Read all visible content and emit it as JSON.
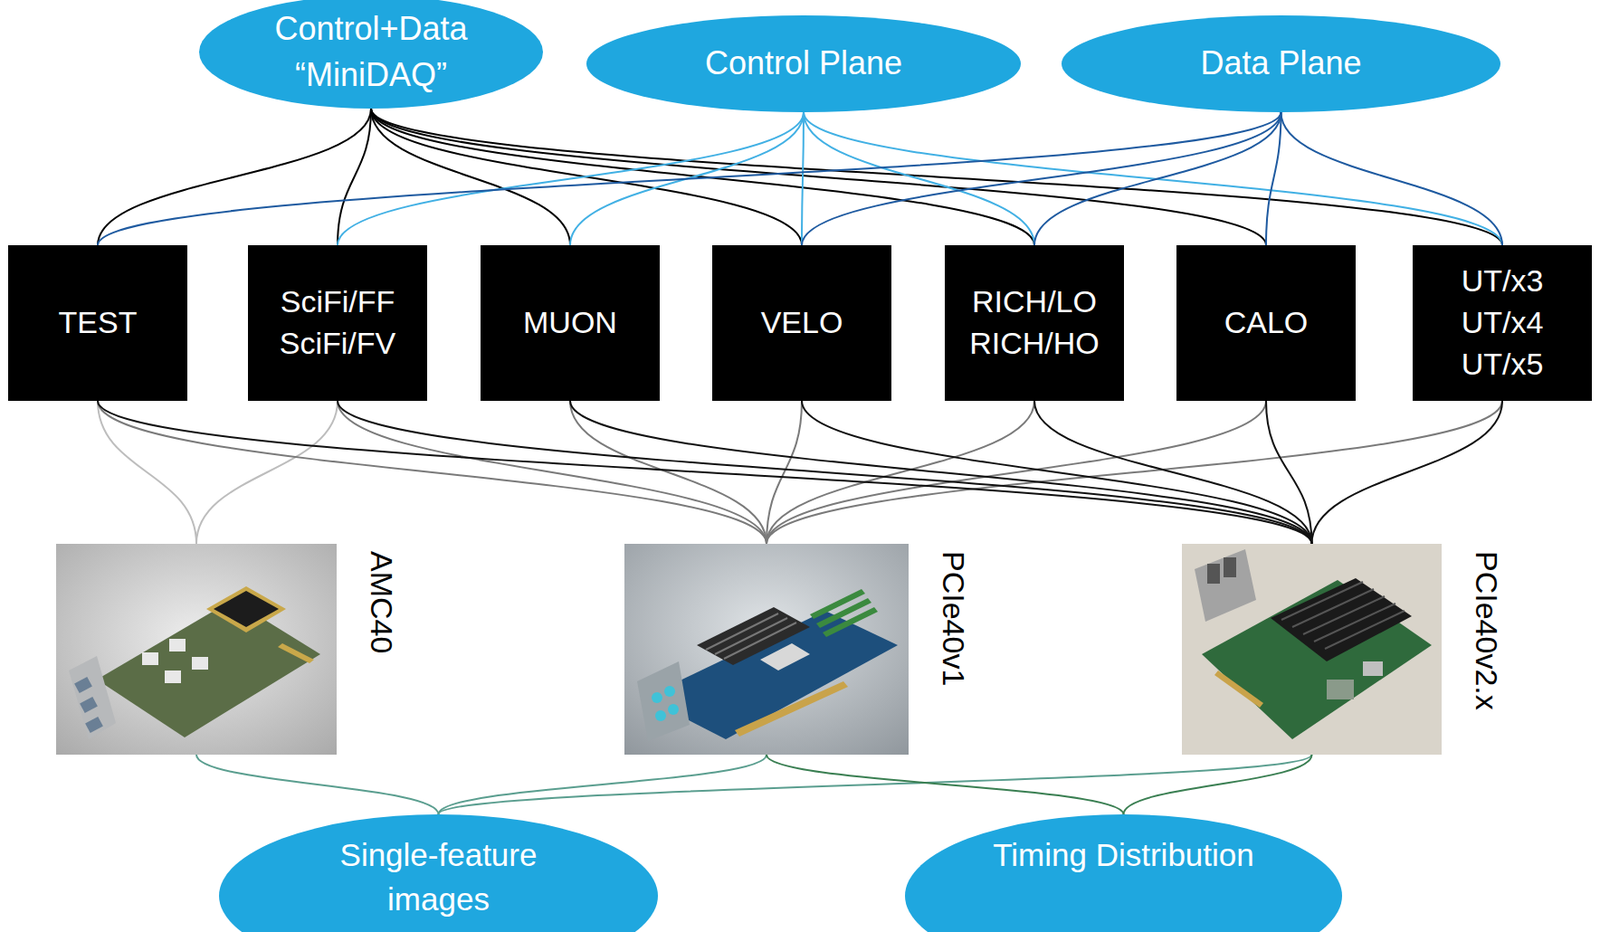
{
  "diagram": {
    "nodes": [
      {
        "text": [
          "Control+Data “MiniDAQ”"
        ]
      },
      {
        "text": [
          "Control Plane"
        ]
      },
      {
        "text": [
          "Data Plane"
        ]
      },
      {
        "text": [
          "TEST"
        ]
      },
      {
        "text": [
          "SciFi/FF",
          "SciFi/FV"
        ]
      },
      {
        "text": [
          "MUON"
        ]
      },
      {
        "text": [
          "VELO"
        ]
      },
      {
        "text": [
          "RICH/LO",
          "RICH/HO"
        ]
      },
      {
        "text": [
          "CALO"
        ]
      },
      {
        "text": [
          "UT/x3",
          "UT/x4",
          "UT/x5"
        ]
      },
      {
        "text": [
          "AMC40"
        ]
      },
      {
        "text": [
          "PCIe40v1"
        ]
      },
      {
        "text": [
          "PCIe40v2.x"
        ]
      },
      {
        "text": [
          "Single-feature images"
        ]
      },
      {
        "text": [
          "Timing Distribution"
        ]
      }
    ],
    "edges": [
      {
        "from": 0,
        "to": 3,
        "arrow": "none"
      },
      {
        "from": 0,
        "to": 4,
        "arrow": "none"
      },
      {
        "from": 0,
        "to": 5,
        "arrow": "none"
      },
      {
        "from": 0,
        "to": 6,
        "arrow": "none"
      },
      {
        "from": 0,
        "to": 7,
        "arrow": "none"
      },
      {
        "from": 0,
        "to": 8,
        "arrow": "none"
      },
      {
        "from": 0,
        "to": 9,
        "arrow": "none"
      },
      {
        "from": 1,
        "to": 4,
        "arrow": "none"
      },
      {
        "from": 1,
        "to": 5,
        "arrow": "none"
      },
      {
        "from": 1,
        "to": 6,
        "arrow": "none"
      },
      {
        "from": 1,
        "to": 7,
        "arrow": "none"
      },
      {
        "from": 1,
        "to": 9,
        "arrow": "none"
      },
      {
        "from": 2,
        "to": 3,
        "arrow": "none"
      },
      {
        "from": 2,
        "to": 6,
        "arrow": "none"
      },
      {
        "from": 2,
        "to": 7,
        "arrow": "none"
      },
      {
        "from": 2,
        "to": 8,
        "arrow": "none"
      },
      {
        "from": 2,
        "to": 9,
        "arrow": "none"
      },
      {
        "from": 3,
        "to": 10,
        "arrow": "none"
      },
      {
        "from": 4,
        "to": 10,
        "arrow": "none"
      },
      {
        "from": 3,
        "to": 11,
        "arrow": "none"
      },
      {
        "from": 4,
        "to": 11,
        "arrow": "none"
      },
      {
        "from": 5,
        "to": 11,
        "arrow": "none"
      },
      {
        "from": 6,
        "to": 11,
        "arrow": "none"
      },
      {
        "from": 7,
        "to": 11,
        "arrow": "none"
      },
      {
        "from": 8,
        "to": 11,
        "arrow": "none"
      },
      {
        "from": 9,
        "to": 11,
        "arrow": "none"
      },
      {
        "from": 3,
        "to": 12,
        "arrow": "none"
      },
      {
        "from": 4,
        "to": 12,
        "arrow": "none"
      },
      {
        "from": 5,
        "to": 12,
        "arrow": "none"
      },
      {
        "from": 6,
        "to": 12,
        "arrow": "none"
      },
      {
        "from": 7,
        "to": 12,
        "arrow": "none"
      },
      {
        "from": 8,
        "to": 12,
        "arrow": "none"
      },
      {
        "from": 9,
        "to": 12,
        "arrow": "none"
      },
      {
        "from": 10,
        "to": 13,
        "arrow": "none"
      },
      {
        "from": 11,
        "to": 13,
        "arrow": "none"
      },
      {
        "from": 12,
        "to": 13,
        "arrow": "none"
      },
      {
        "from": 11,
        "to": 14,
        "arrow": "none"
      },
      {
        "from": 12,
        "to": 14,
        "arrow": "none"
      }
    ]
  }
}
